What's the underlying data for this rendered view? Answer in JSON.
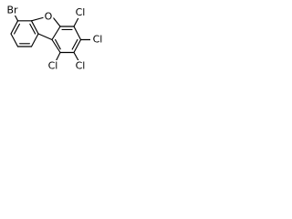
{
  "molecule": {
    "atoms": {
      "br": "Br",
      "o": "O",
      "cl1": "Cl",
      "cl2": "Cl",
      "cl3": "Cl",
      "cl4": "Cl"
    }
  }
}
